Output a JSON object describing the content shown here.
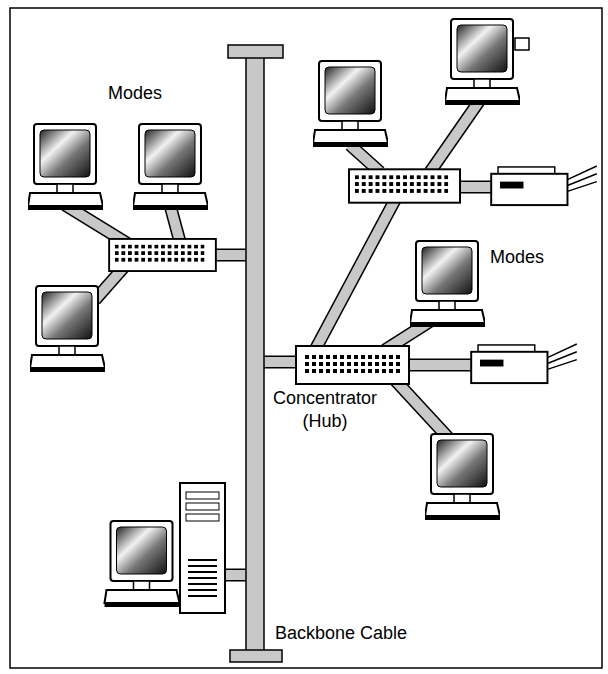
{
  "diagram": {
    "nodes": [
      {
        "text": [
          "Concentrator (Hub)"
        ]
      }
    ],
    "labels": [
      "Modes",
      "Modes",
      "Backbone Cable"
    ]
  }
}
